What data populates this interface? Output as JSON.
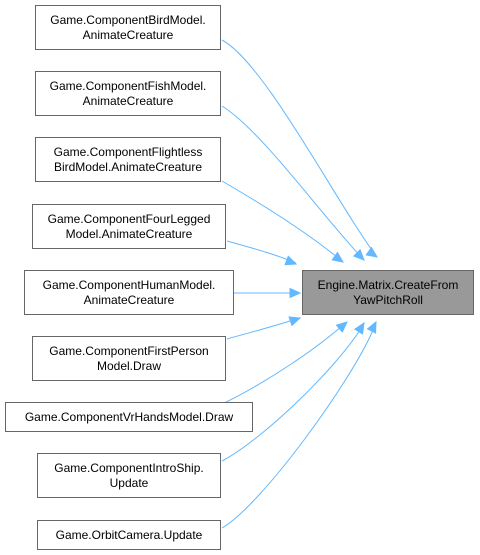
{
  "diagram": {
    "target": {
      "id": "target",
      "lines": [
        "Engine.Matrix.CreateFrom",
        "YawPitchRoll"
      ]
    },
    "callers": [
      {
        "id": "bird",
        "lines": [
          "Game.ComponentBirdModel.",
          "AnimateCreature"
        ]
      },
      {
        "id": "fish",
        "lines": [
          "Game.ComponentFishModel.",
          "AnimateCreature"
        ]
      },
      {
        "id": "flightless",
        "lines": [
          "Game.ComponentFlightless",
          "BirdModel.AnimateCreature"
        ]
      },
      {
        "id": "fourlegged",
        "lines": [
          "Game.ComponentFourLegged",
          "Model.AnimateCreature"
        ]
      },
      {
        "id": "human",
        "lines": [
          "Game.ComponentHumanModel.",
          "AnimateCreature"
        ]
      },
      {
        "id": "firstperson",
        "lines": [
          "Game.ComponentFirstPerson",
          "Model.Draw"
        ]
      },
      {
        "id": "vrhands",
        "lines": [
          "Game.ComponentVrHandsModel.Draw"
        ]
      },
      {
        "id": "introship",
        "lines": [
          "Game.ComponentIntroShip.",
          "Update"
        ]
      },
      {
        "id": "orbit",
        "lines": [
          "Game.OrbitCamera.Update"
        ]
      }
    ],
    "colors": {
      "edge": "#63b8ff",
      "node_border": "#666666",
      "node_fill": "#ffffff",
      "target_fill": "#999999",
      "text": "#000000"
    }
  }
}
